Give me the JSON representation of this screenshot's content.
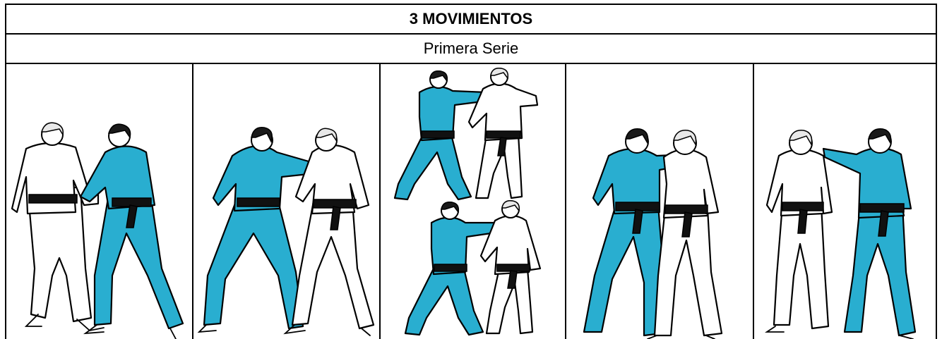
{
  "header": {
    "title": "3 MOVIMIENTOS",
    "subtitle": "Primera Serie"
  },
  "colors": {
    "gi_blue": "#29aed0",
    "gi_white": "#ffffff",
    "belt": "#111111",
    "border": "#000000"
  },
  "panels": [
    {
      "id": "panel-1",
      "figures": [
        "white-judoka",
        "blue-judoka"
      ],
      "pose": "grip-exchange"
    },
    {
      "id": "panel-2",
      "figures": [
        "blue-judoka",
        "white-judoka"
      ],
      "pose": "blue-pushes-collar"
    },
    {
      "id": "panel-3",
      "figures": [
        "blue-judoka",
        "white-judoka"
      ],
      "pose": "two-stage-push",
      "stacked": true
    },
    {
      "id": "panel-4",
      "figures": [
        "blue-judoka",
        "white-judoka"
      ],
      "pose": "blue-holds-collar"
    },
    {
      "id": "panel-5",
      "figures": [
        "white-judoka",
        "blue-judoka"
      ],
      "pose": "blue-holds-shoulder"
    }
  ]
}
